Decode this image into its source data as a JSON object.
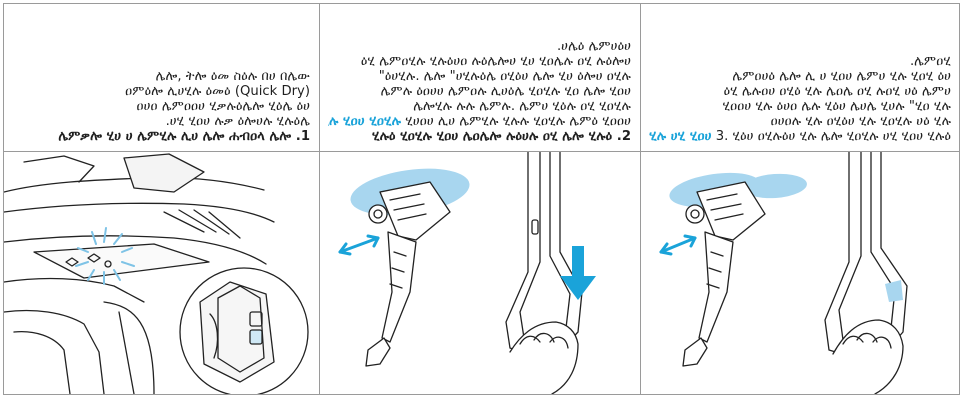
{
  "colors": {
    "accent": "#1aa3d9",
    "text": "#1f1f1f",
    "border": "#9a9a9a",
    "blue_glow": "#7ec3e6"
  },
  "columns": [
    {
      "id": "step-1",
      "lines": [
        {
          "text": "ሌሎ, ትሎ ዕመ ስዕሉ በሀ በሌው",
          "type": "title"
        },
        {
          "text": "1. ሌምቃሎ ሂሀ ሀ ሌምሂሉ ሊሀ ሌሎ ሐብዐላ ሌሎ",
          "type": "step",
          "number": "1."
        },
        {
          "text": "(Quick Dry) ዐምዕሎ ሊሀሂሉ ዕመዕ",
          "type": "plain"
        },
        {
          "text": "ዐሀዐ ሌምዐዐሀ ሂቃሉዕሌሎ ሂዕሌ ዕሀ",
          "type": "plain"
        },
        {
          "text": "ሀሂ ሂዐሀ ሉቃ ዕሎሀሉ ሂሉዕሌ.",
          "type": "plain"
        }
      ]
    },
    {
      "id": "step-2",
      "lines": [
        {
          "text": "ሀሌዕ ሌምሀዕሀ.",
          "type": "title"
        },
        {
          "text": "ዕሂ ሌምዐሂሉ ሂሉዕሀዐ ሉዕሌሎሀ ሂሀ ሂዐሌሉ ዐሂ ሉዕሎሀ",
          "type": "plain"
        },
        {
          "text": "ዕሀሂሉ. ሌሎ \"ሀሂሉዕሌ ዐሂዕሀ ሌሎ ሂሀ ዕሎሀ ዐሂሉ\"",
          "type": "plain"
        },
        {
          "text": "ሌምሉ ዕዐሀሀ ሌምዐሉ ሊሀዕሌ ሂዐሂሉ ሂዐ ሌሎ ሂዐሀ",
          "type": "plain"
        },
        {
          "text": "ሌሎሂሉ ሉሉ ሌምሉ. ሌምሀ ሂዕሉ ዐሂ ሂዐሂሉ",
          "type": "plain"
        },
        {
          "text": "ሂሀዐሀ ሊሀ ሌምሂሉ ሂሉሉ ሂዐሂሉ ሌምዕ ሂዐዐሀ",
          "type": "plain",
          "accent_index": 0
        },
        {
          "text": "2. ሂሉዕ ሂዐሂሉ ሂዐሀ ሌዐሌሎ ሉዕሀሉ ዐሂ ሌሎ ሂሉዕ",
          "type": "step",
          "number": "2."
        }
      ]
    },
    {
      "id": "step-3",
      "lines": [
        {
          "text": "ሌምዐሂ.",
          "type": "title"
        },
        {
          "text": "ሌምዐሀዕ ሌሎ ሊ ሀ ሂዐሀ ሌምሀ ሂሉ ሂዐሂ ዕሀ",
          "type": "plain"
        },
        {
          "text": "ዕሂ ሌሉዐሀ ዐሂዕ ሂሉ ሌዐሌ ዐሂ ሉዐሂ ሀዕ ሌምሀ",
          "type": "plain"
        },
        {
          "text": "ሂዐዐሀ ሂሉ ዕሀዐ ሌሉ ሂዕሀ ሌሀሌ ሂሀሉ \"ሂዐ ሂሉ",
          "type": "plain"
        },
        {
          "text": "ዐሀዐሉ ሂሉ ዐሂዕሀ ሂሉ ሂዐሂሉ ሀዕ ሂሉ",
          "type": "plain"
        },
        {
          "text": "3. ሂዕሀ ዐሂሉዕሀ ሂሉ ሌሎ ሂዐሂሉ ሀሂ ሂዐሀ ሂሉዕ",
          "type": "step",
          "number": "3."
        }
      ]
    }
  ],
  "accent_phrases": {
    "step-2": "ሂዐሂሉ ሂዐሀ ሂዐሂሉ",
    "step-3": "ሂዐሂሉ ሀሂ ሂዐሀ"
  },
  "images": [
    {
      "id": "image-1",
      "depicts": "dock-control-panel-with-quick-dry-button"
    },
    {
      "id": "image-2",
      "depicts": "handle-release-button-press-and-pull-out"
    },
    {
      "id": "image-3",
      "depicts": "handle-release-button-unlock-and-slide"
    }
  ]
}
